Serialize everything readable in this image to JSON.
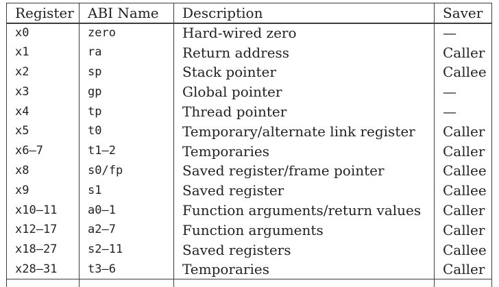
{
  "table": {
    "columns": [
      "Register",
      "ABI Name",
      "Description",
      "Saver"
    ],
    "rows": [
      {
        "register": "x0",
        "abi": "zero",
        "description": "Hard-wired zero",
        "saver": "—"
      },
      {
        "register": "x1",
        "abi": "ra",
        "description": "Return address",
        "saver": "Caller"
      },
      {
        "register": "x2",
        "abi": "sp",
        "description": "Stack pointer",
        "saver": "Callee"
      },
      {
        "register": "x3",
        "abi": "gp",
        "description": "Global pointer",
        "saver": "—"
      },
      {
        "register": "x4",
        "abi": "tp",
        "description": "Thread pointer",
        "saver": "—"
      },
      {
        "register": "x5",
        "abi": "t0",
        "description": "Temporary/alternate link register",
        "saver": "Caller"
      },
      {
        "register": "x6–7",
        "abi": "t1–2",
        "description": "Temporaries",
        "saver": "Caller"
      },
      {
        "register": "x8",
        "abi": "s0/fp",
        "description": "Saved register/frame pointer",
        "saver": "Callee"
      },
      {
        "register": "x9",
        "abi": "s1",
        "description": "Saved register",
        "saver": "Callee"
      },
      {
        "register": "x10–11",
        "abi": "a0–1",
        "description": "Function arguments/return values",
        "saver": "Caller"
      },
      {
        "register": "x12–17",
        "abi": "a2–7",
        "description": "Function arguments",
        "saver": "Caller"
      },
      {
        "register": "x18–27",
        "abi": "s2–11",
        "description": "Saved registers",
        "saver": "Callee"
      },
      {
        "register": "x28–31",
        "abi": "t3–6",
        "description": "Temporaries",
        "saver": "Caller"
      }
    ]
  },
  "colors": {
    "text": "#222222",
    "border": "#3c3c3c",
    "background": "#ffffff"
  }
}
